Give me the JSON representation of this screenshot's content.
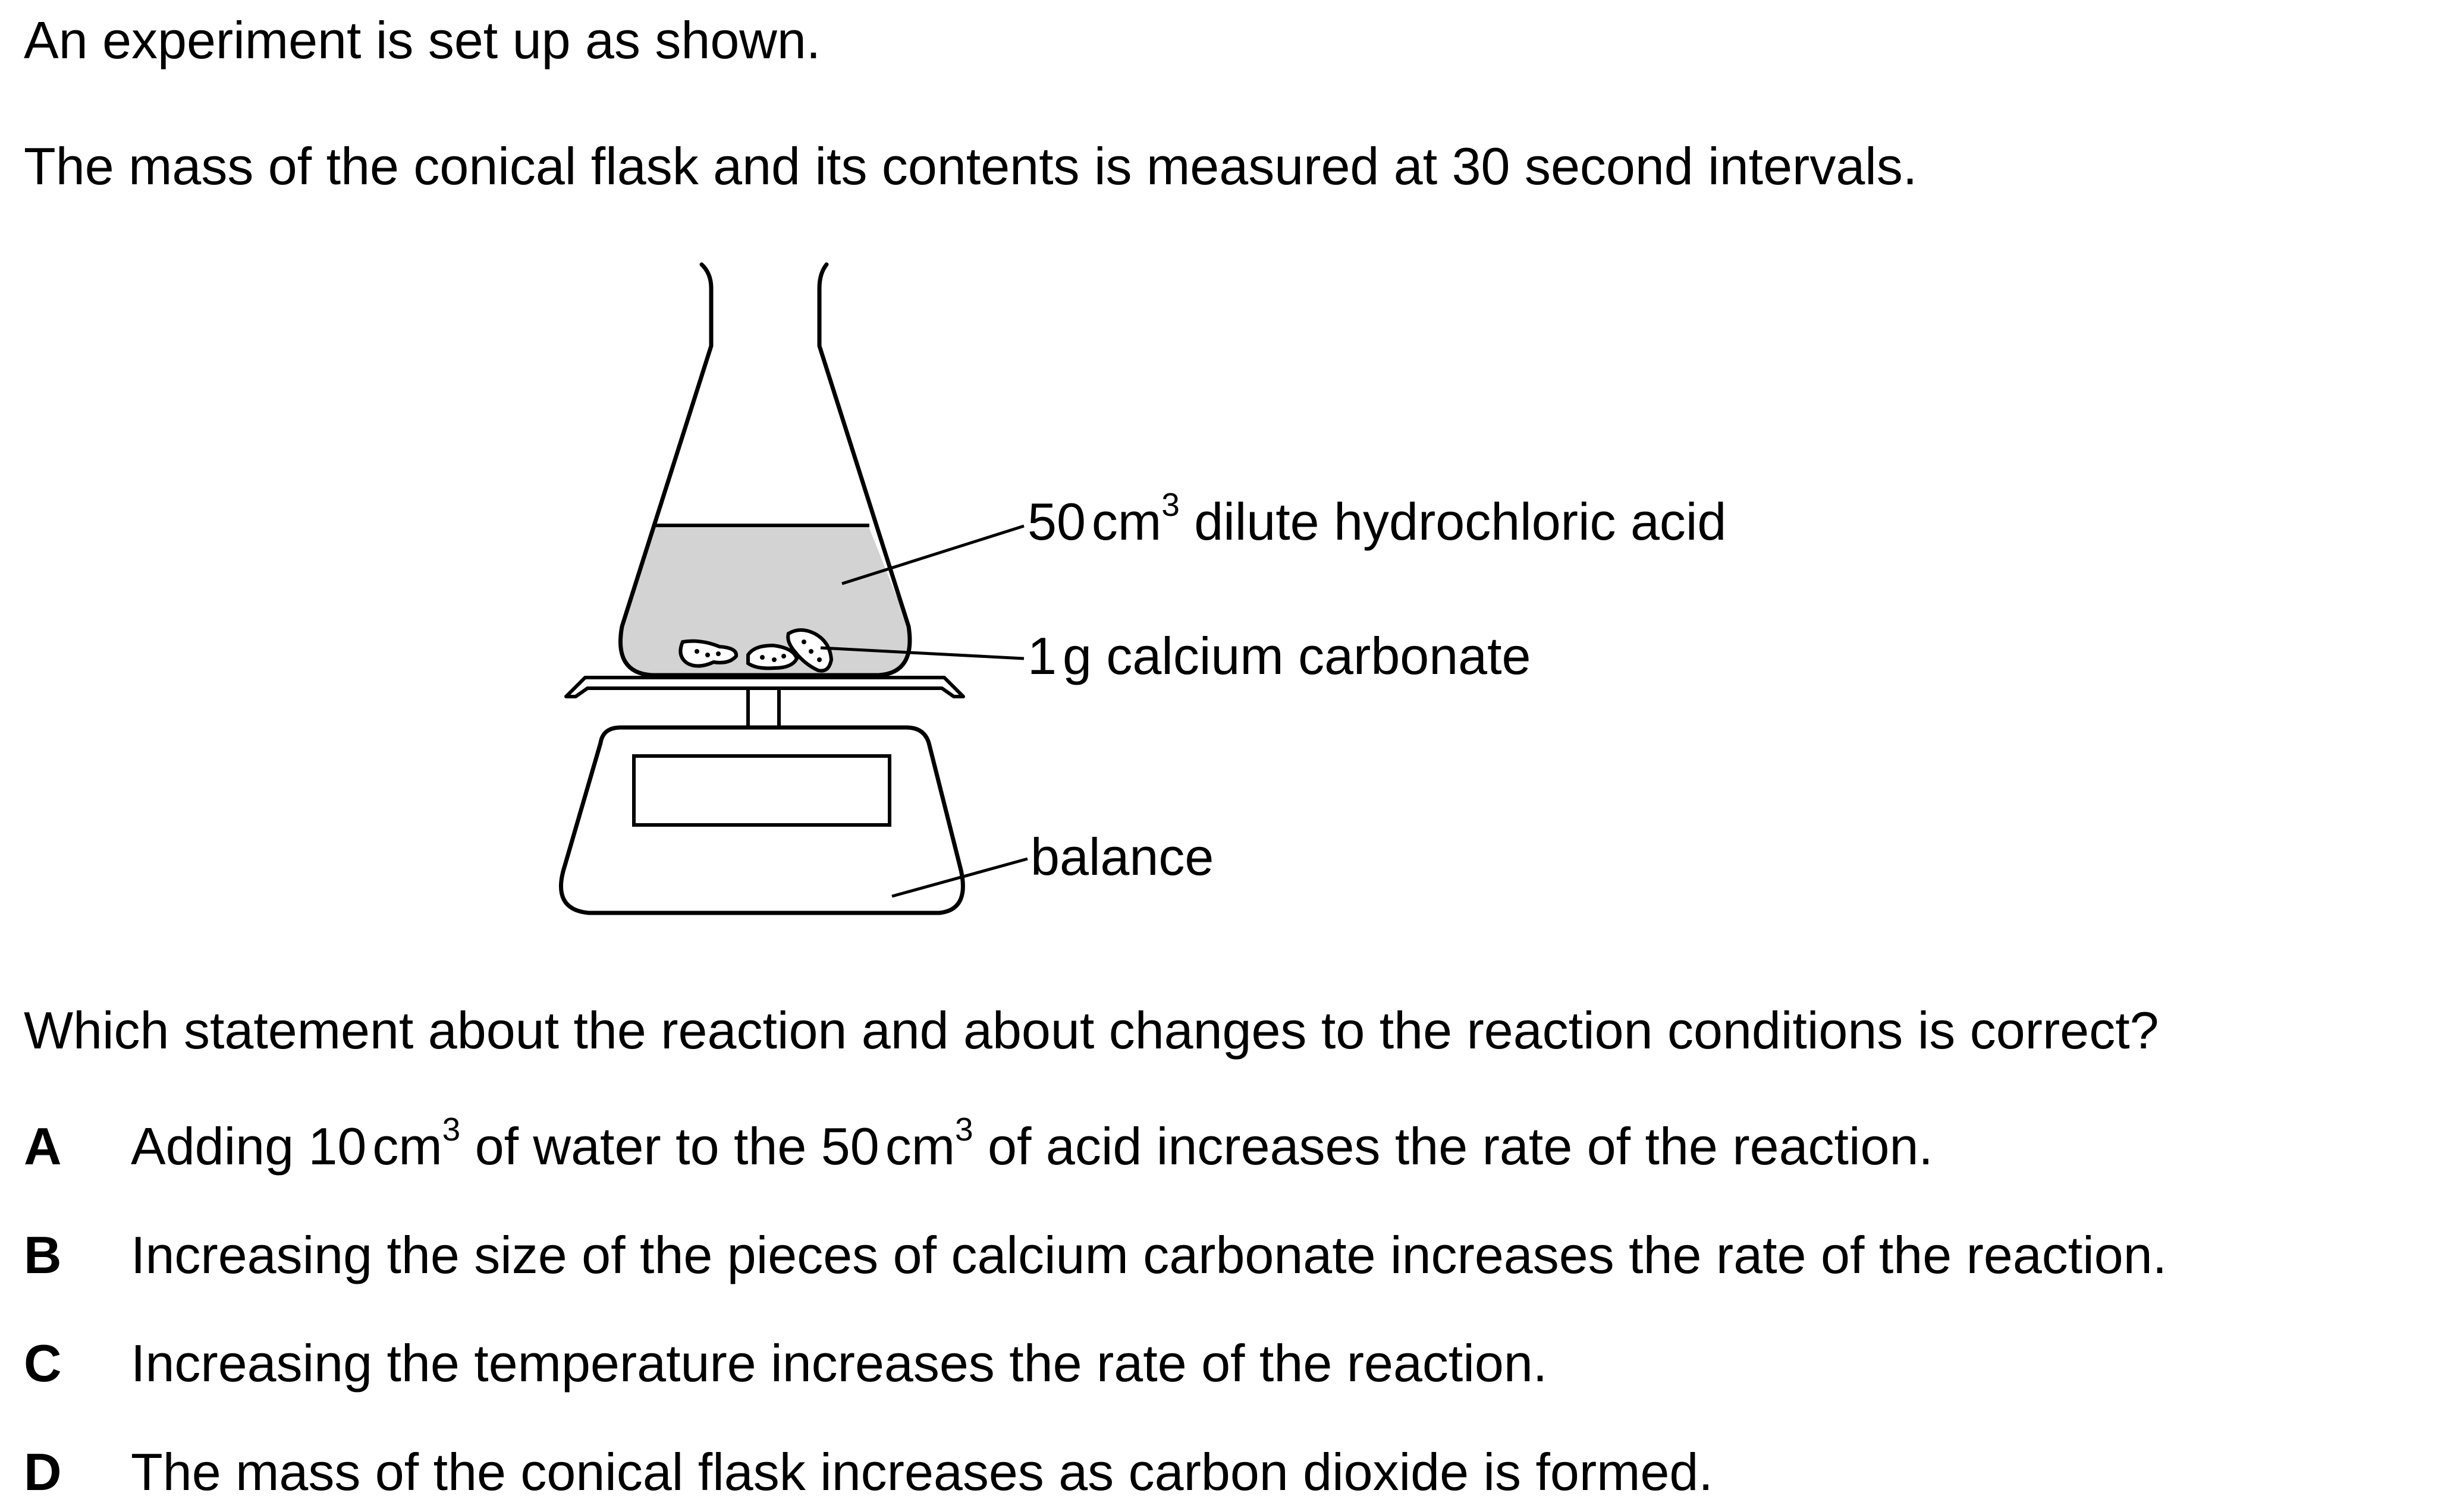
{
  "intro": "An experiment is set up as shown.",
  "method": "The mass of the conical flask and its contents is measured at 30 second intervals.",
  "diagram": {
    "acid_label": {
      "pre": "50",
      "unit": "cm",
      "sup": "3",
      "post": " dilute hydrochloric acid"
    },
    "caco3_label": {
      "pre": "1",
      "post": "g calcium carbonate"
    },
    "balance_label": "balance"
  },
  "question": "Which statement about the reaction and about changes to the reaction conditions is correct?",
  "options": {
    "a": {
      "letter": "A",
      "t1": "Adding 10",
      "u1": "cm",
      "s1": "3",
      "t2": " of water to the 50",
      "u2": "cm",
      "s2": "3",
      "t3": " of acid increases the rate of the reaction."
    },
    "b": {
      "letter": "B",
      "text": "Increasing the size of the pieces of calcium carbonate increases the rate of the reaction."
    },
    "c": {
      "letter": "C",
      "text": "Increasing the temperature increases the rate of the reaction."
    },
    "d": {
      "letter": "D",
      "text": "The mass of the conical flask increases as carbon dioxide is formed."
    }
  }
}
